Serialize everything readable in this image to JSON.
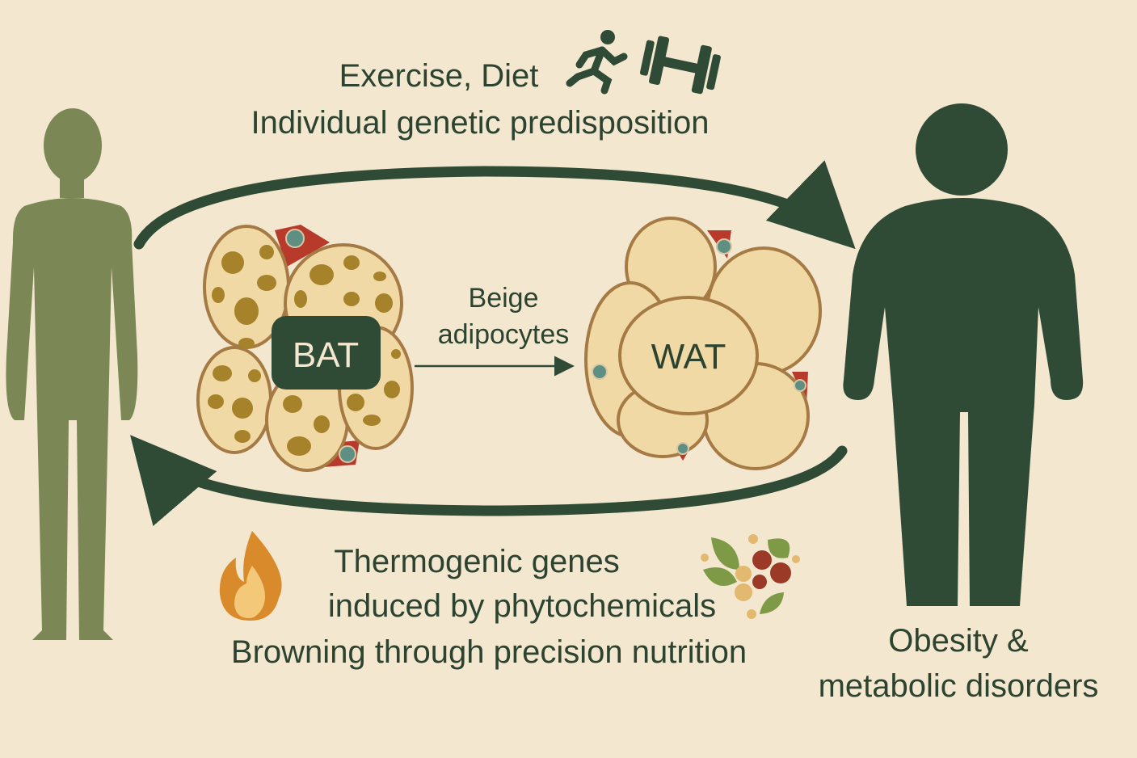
{
  "top": {
    "line1": "Exercise, Diet",
    "line2": "Individual genetic predisposition",
    "icons": [
      "running-person-icon",
      "dumbbell-icon"
    ]
  },
  "center": {
    "bat_label": "BAT",
    "wat_label": "WAT",
    "transition_line1": "Beige",
    "transition_line2": "adipocytes"
  },
  "bottom": {
    "line1": "Thermogenic genes",
    "line2": "induced by phytochemicals",
    "line3": "Browning through precision nutrition",
    "icons": [
      "flame-icon",
      "phytochemicals-icon"
    ]
  },
  "right": {
    "line1": "Obesity &",
    "line2": "metabolic disorders"
  },
  "colors": {
    "background": "#f3e7d0",
    "dark_green": "#2f4a35",
    "olive": "#7b8755",
    "cell_fill": "#f0d9a4",
    "cell_border": "#a57a44",
    "droplet": "#a6832a",
    "capillary": "#b83a2b"
  }
}
